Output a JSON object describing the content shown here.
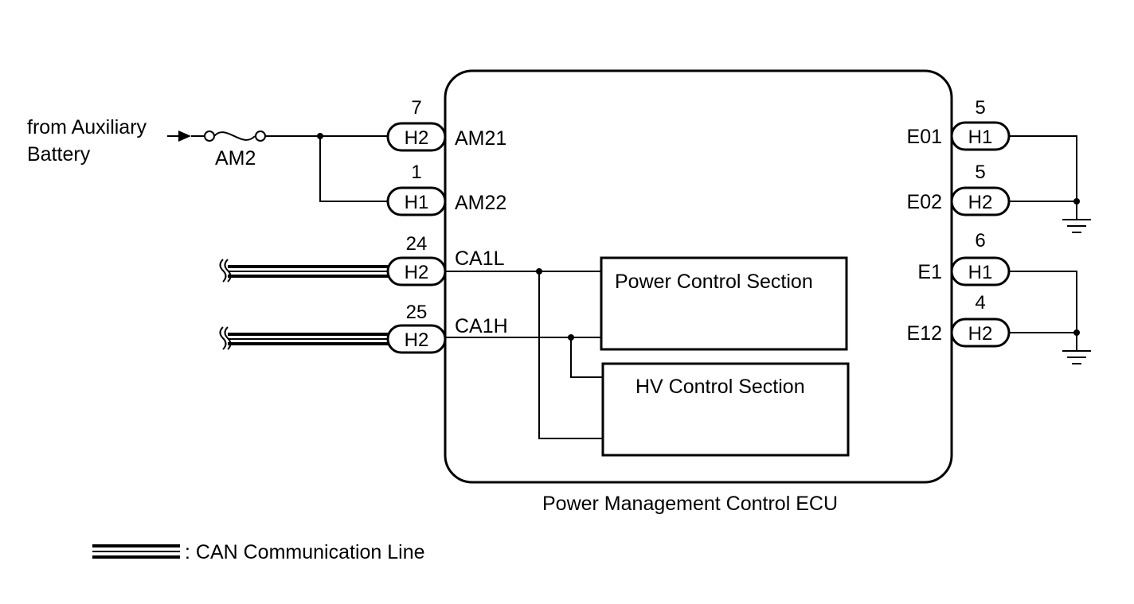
{
  "source": {
    "line1": "from Auxiliary",
    "line2": "Battery"
  },
  "fuse": {
    "label": "AM2"
  },
  "ecu": {
    "title": "Power Management Control ECU",
    "sections": {
      "power": "Power Control Section",
      "hv": "HV Control Section"
    }
  },
  "left_pins": [
    {
      "pin": "7",
      "connector": "H2",
      "terminal": "AM21"
    },
    {
      "pin": "1",
      "connector": "H1",
      "terminal": "AM22"
    },
    {
      "pin": "24",
      "connector": "H2",
      "terminal": "CA1L"
    },
    {
      "pin": "25",
      "connector": "H2",
      "terminal": "CA1H"
    }
  ],
  "right_pins": [
    {
      "pin": "5",
      "connector": "H1",
      "terminal": "E01"
    },
    {
      "pin": "5",
      "connector": "H2",
      "terminal": "E02"
    },
    {
      "pin": "6",
      "connector": "H1",
      "terminal": "E1"
    },
    {
      "pin": "4",
      "connector": "H2",
      "terminal": "E12"
    }
  ],
  "legend": {
    "text": ": CAN Communication Line"
  }
}
